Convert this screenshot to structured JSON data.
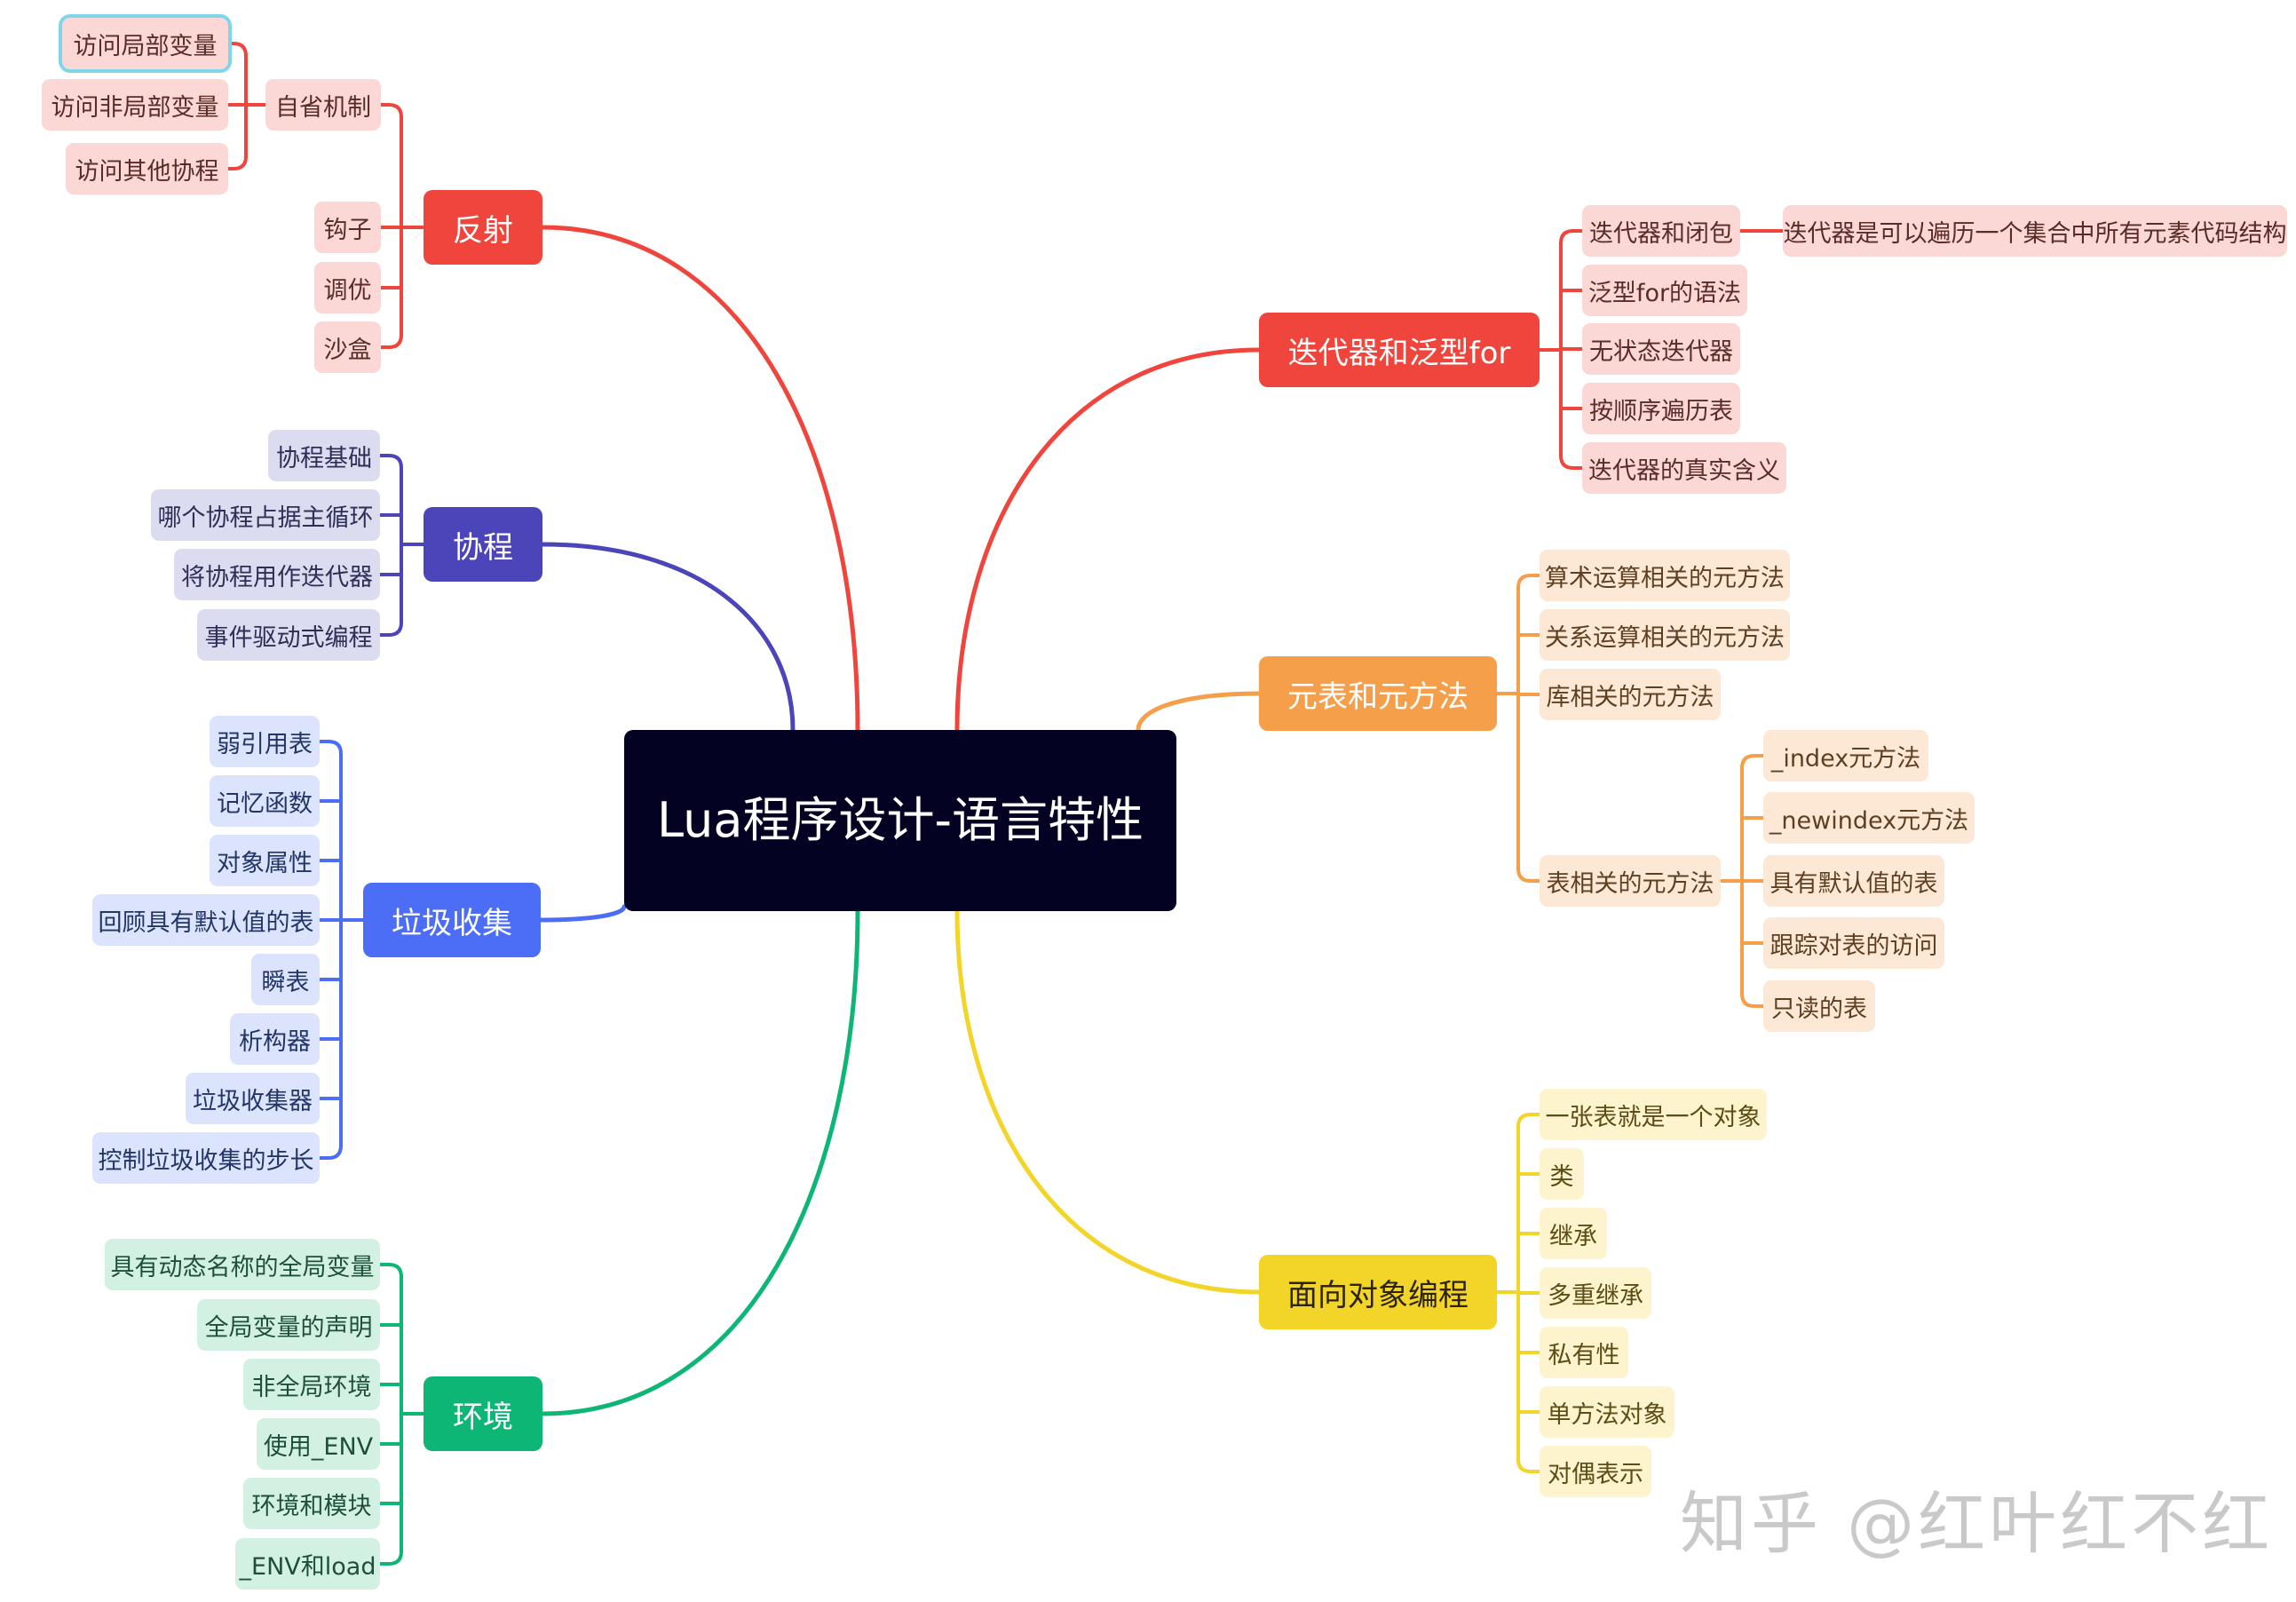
{
  "title": "Lua程序设计-语言特性",
  "watermark": "知乎 @红叶红不红",
  "colors": {
    "root": "#030222",
    "fanshe": "#f0453d",
    "xiecheng": "#4c44b9",
    "lajishouji": "#4c6df5",
    "huanjing": "#0db675",
    "diedaiqi": "#f0453d",
    "yuanbiao": "#f59f4b",
    "mianxiang": "#f3d428"
  },
  "branches": {
    "fanshe": {
      "label": "反射",
      "children": [
        "自省机制",
        "钩子",
        "调优",
        "沙盒"
      ],
      "introspection": {
        "label": "自省机制",
        "children": [
          "访问局部变量",
          "访问非局部变量",
          "访问其他协程"
        ]
      }
    },
    "xiecheng": {
      "label": "协程",
      "children": [
        "协程基础",
        "哪个协程占据主循环",
        "将协程用作迭代器",
        "事件驱动式编程"
      ]
    },
    "lajishouji": {
      "label": "垃圾收集",
      "children": [
        "弱引用表",
        "记忆函数",
        "对象属性",
        "回顾具有默认值的表",
        "瞬表",
        "析构器",
        "垃圾收集器",
        "控制垃圾收集的步长"
      ]
    },
    "huanjing": {
      "label": "环境",
      "children": [
        "具有动态名称的全局变量",
        "全局变量的声明",
        "非全局环境",
        "使用_ENV",
        "环境和模块",
        "_ENV和load"
      ]
    },
    "diedaiqi": {
      "label": "迭代器和泛型for",
      "children": [
        "迭代器和闭包",
        "泛型for的语法",
        "无状态迭代器",
        "按顺序遍历表",
        "迭代器的真实含义"
      ],
      "closure_detail": "迭代器是可以遍历一个集合中所有元素代码结构"
    },
    "yuanbiao": {
      "label": "元表和元方法",
      "children": [
        "算术运算相关的元方法",
        "关系运算相关的元方法",
        "库相关的元方法",
        "表相关的元方法"
      ],
      "table_methods": [
        "_index元方法",
        "_newindex元方法",
        "具有默认值的表",
        "跟踪对表的访问",
        "只读的表"
      ]
    },
    "mianxiang": {
      "label": "面向对象编程",
      "children": [
        "一张表就是一个对象",
        "类",
        "继承",
        "多重继承",
        "私有性",
        "单方法对象",
        "对偶表示"
      ]
    }
  }
}
